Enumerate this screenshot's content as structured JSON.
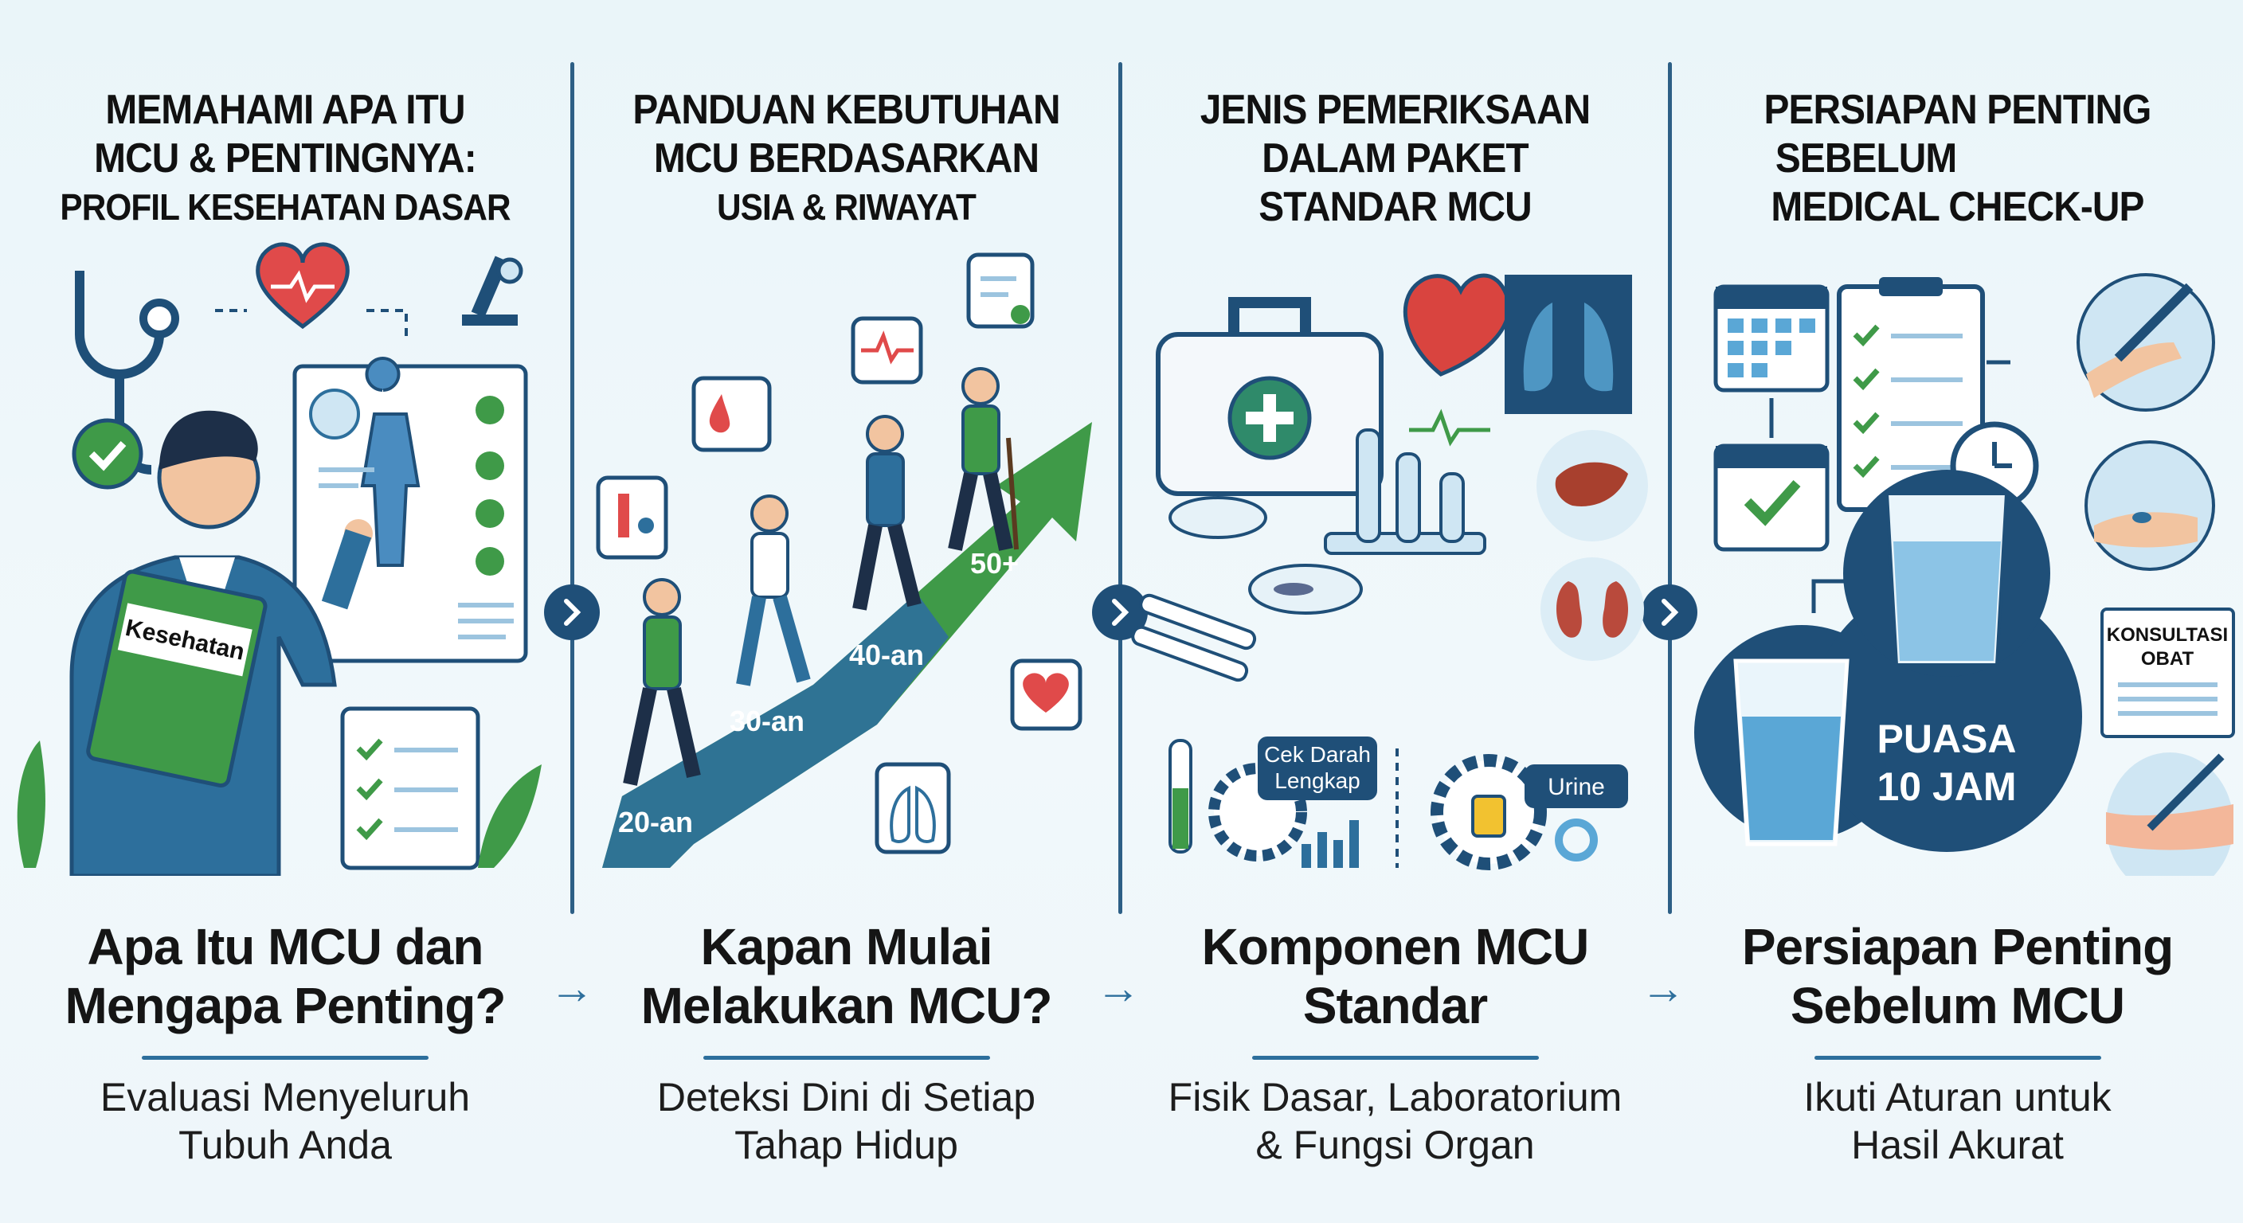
{
  "panels": [
    {
      "header_lines": [
        "MEMAHAMI APA ITU",
        "MCU & PENTINGNYA:"
      ],
      "header_sub": "PROFIL KESEHATAN DASAR",
      "illustration_labels": {
        "clipboard": "Kesehatan"
      },
      "title_lines": [
        "Apa Itu MCU dan",
        "Mengapa Penting?"
      ],
      "desc_lines": [
        "Evaluasi Menyeluruh",
        "Tubuh Anda"
      ]
    },
    {
      "header_lines": [
        "PANDUAN KEBUTUHAN",
        "MCU BERDASARKAN"
      ],
      "header_sub": "USIA & RIWAYAT",
      "illustration_labels": {
        "age1": "20-an",
        "age2": "30-an",
        "age3": "40-an",
        "age4": "50+"
      },
      "title_lines": [
        "Kapan Mulai",
        "Melakukan MCU?"
      ],
      "desc_lines": [
        "Deteksi Dini di Setiap",
        "Tahap Hidup"
      ]
    },
    {
      "header_lines": [
        "JENIS PEMERIKSAAN",
        "DALAM PAKET"
      ],
      "header_sub": "STANDAR MCU",
      "illustration_labels": {
        "blood_line1": "Cek Darah",
        "blood_line2": "Lengkap",
        "urine": "Urine"
      },
      "title_lines": [
        "Komponen MCU",
        "Standar"
      ],
      "desc_lines": [
        "Fisik Dasar, Laboratorium",
        "& Fungsi Organ"
      ]
    },
    {
      "header_lines": [
        "PERSIAPAN PENTING",
        "SEBELUM"
      ],
      "header_sub": "MEDICAL CHECK-UP",
      "illustration_labels": {
        "fasting_line1": "PUASA",
        "fasting_line2": "10 JAM",
        "doc_line1": "KONSULTASI",
        "doc_line2": "OBAT"
      },
      "title_lines": [
        "Persiapan Penting",
        "Sebelum MCU"
      ],
      "desc_lines": [
        "Ikuti Aturan untuk",
        "Hasil Akurat"
      ]
    }
  ],
  "colors": {
    "navy": "#1f4f78",
    "blue": "#2d6f9c",
    "green": "#3f9a48",
    "light_blue": "#cfe6f3",
    "red": "#e04a4a"
  }
}
